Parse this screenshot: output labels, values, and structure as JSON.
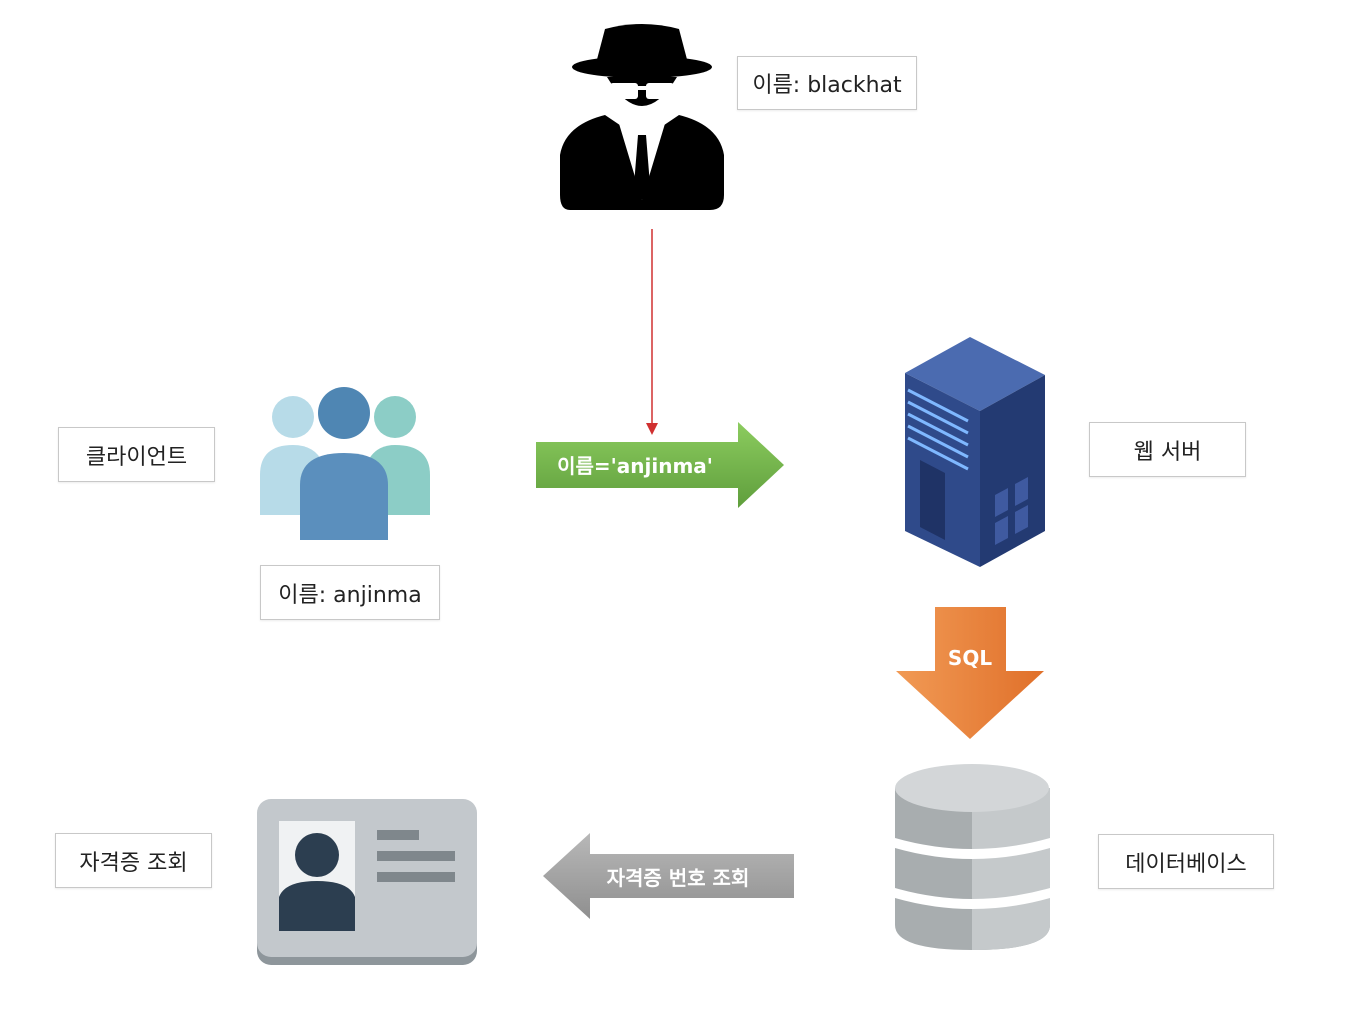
{
  "labels": {
    "attacker_name": "이름: blackhat",
    "client": "클라이언트",
    "client_name": "이름: anjinma",
    "web_server": "웹 서버",
    "database": "데이터베이스",
    "credential_lookup": "자격증 조회"
  },
  "arrows": {
    "request": "이름='anjinma'",
    "sql": "SQL",
    "lookup": "자격증 번호 조회"
  },
  "icons": {
    "attacker": "hacker-icon",
    "client": "users-group-icon",
    "server": "server-icon",
    "database": "database-icon",
    "credential": "id-card-icon"
  },
  "colors": {
    "request_arrow": "#6fb04a",
    "sql_arrow": "#e8813b",
    "lookup_arrow": "#a0a0a0",
    "attack_line": "#d03030"
  }
}
